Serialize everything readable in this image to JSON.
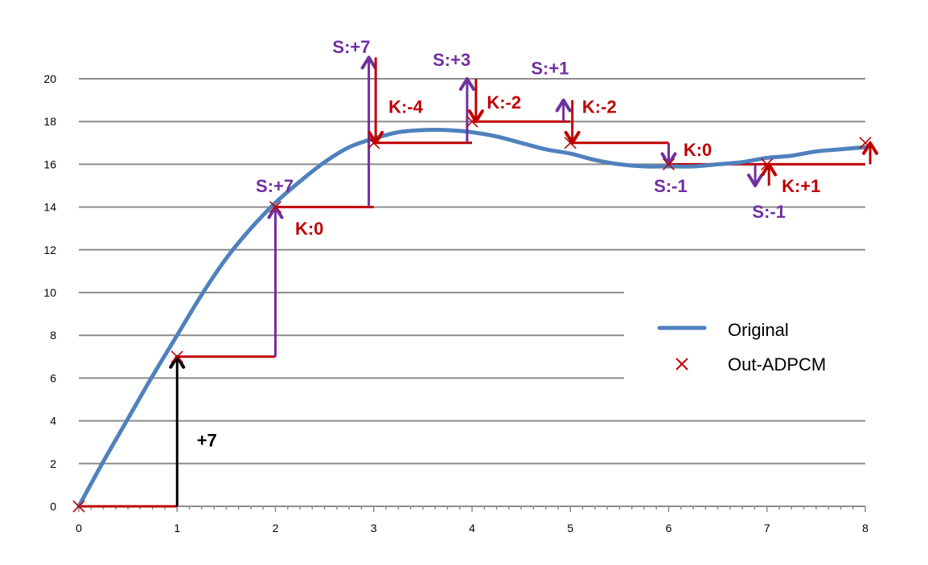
{
  "chart_data": {
    "type": "line",
    "xlim": [
      0,
      8
    ],
    "ylim": [
      0,
      20
    ],
    "x_ticks": [
      "0",
      "1",
      "2",
      "3",
      "4",
      "5",
      "6",
      "7",
      "8"
    ],
    "y_ticks": [
      "0",
      "2",
      "4",
      "6",
      "8",
      "10",
      "12",
      "14",
      "16",
      "18",
      "20"
    ],
    "grid": "horizontal",
    "legend_position": "right",
    "series": [
      {
        "name": "Original",
        "style": "smooth-line",
        "color": "#4F81BD",
        "points": [
          [
            0,
            0
          ],
          [
            0.25,
            2.1
          ],
          [
            0.5,
            4.1
          ],
          [
            0.75,
            6.1
          ],
          [
            1,
            8.0
          ],
          [
            1.25,
            9.9
          ],
          [
            1.5,
            11.6
          ],
          [
            1.75,
            13.0
          ],
          [
            2,
            14.2
          ],
          [
            2.25,
            15.2
          ],
          [
            2.5,
            16.1
          ],
          [
            2.75,
            16.8
          ],
          [
            3,
            17.2
          ],
          [
            3.25,
            17.5
          ],
          [
            3.5,
            17.6
          ],
          [
            3.75,
            17.6
          ],
          [
            4,
            17.5
          ],
          [
            4.25,
            17.3
          ],
          [
            4.5,
            17.0
          ],
          [
            4.75,
            16.7
          ],
          [
            5,
            16.5
          ],
          [
            5.25,
            16.2
          ],
          [
            5.5,
            16.0
          ],
          [
            5.75,
            15.9
          ],
          [
            6,
            15.9
          ],
          [
            6.25,
            15.9
          ],
          [
            6.5,
            16.0
          ],
          [
            6.75,
            16.1
          ],
          [
            7,
            16.3
          ],
          [
            7.25,
            16.4
          ],
          [
            7.5,
            16.6
          ],
          [
            7.75,
            16.7
          ],
          [
            8,
            16.8
          ]
        ]
      },
      {
        "name": "Out-ADPCM",
        "style": "x-marker",
        "color": "#C00000",
        "points": [
          [
            0,
            0
          ],
          [
            1,
            7
          ],
          [
            2,
            14
          ],
          [
            3,
            17
          ],
          [
            4,
            18
          ],
          [
            5,
            17
          ],
          [
            6,
            16
          ],
          [
            7,
            16
          ],
          [
            8,
            17
          ]
        ]
      }
    ],
    "steps": {
      "hold_color": "#C00000",
      "hold_segments": [
        [
          0,
          1,
          0
        ],
        [
          1,
          2,
          7
        ],
        [
          2,
          3,
          14
        ],
        [
          3,
          4,
          17
        ],
        [
          4,
          5,
          18
        ],
        [
          5,
          6,
          17
        ],
        [
          6,
          7,
          16
        ],
        [
          7,
          8,
          16
        ]
      ],
      "arrows": [
        {
          "x": 1,
          "from": 0,
          "to": 7,
          "color": "#000000"
        },
        {
          "x": 2,
          "from": 7,
          "to": 14,
          "color": "#7030A0"
        },
        {
          "x": 2.95,
          "from": 14,
          "to": 21,
          "color": "#7030A0"
        },
        {
          "x": 3.02,
          "from": 21,
          "to": 17,
          "color": "#C00000"
        },
        {
          "x": 3.95,
          "from": 17,
          "to": 20,
          "color": "#7030A0"
        },
        {
          "x": 4.04,
          "from": 20,
          "to": 18,
          "color": "#C00000"
        },
        {
          "x": 4.93,
          "from": 18,
          "to": 19,
          "color": "#7030A0"
        },
        {
          "x": 5.02,
          "from": 19,
          "to": 17,
          "color": "#C00000"
        },
        {
          "x": 6.0,
          "from": 17,
          "to": 16,
          "color": "#7030A0"
        },
        {
          "x": 6.88,
          "from": 16,
          "to": 15,
          "color": "#7030A0"
        },
        {
          "x": 7.02,
          "from": 15,
          "to": 16,
          "color": "#C00000"
        },
        {
          "x": 8.05,
          "from": 16,
          "to": 17,
          "color": "#C00000"
        }
      ]
    },
    "annotations": [
      {
        "text": "+7",
        "x": 1.2,
        "y": 2.8,
        "color": "#000000"
      },
      {
        "text": "S:+7",
        "x": 1.8,
        "y": 14.7,
        "color": "#7030A0"
      },
      {
        "text": "K:0",
        "x": 2.2,
        "y": 12.7,
        "color": "#C00000"
      },
      {
        "text": "S:+7",
        "x": 2.58,
        "y": 21.2,
        "color": "#7030A0"
      },
      {
        "text": "K:-4",
        "x": 3.15,
        "y": 18.4,
        "color": "#C00000"
      },
      {
        "text": "S:+3",
        "x": 3.6,
        "y": 20.6,
        "color": "#7030A0"
      },
      {
        "text": "K:-2",
        "x": 4.15,
        "y": 18.6,
        "color": "#C00000"
      },
      {
        "text": "S:+1",
        "x": 4.6,
        "y": 20.2,
        "color": "#7030A0"
      },
      {
        "text": "K:-2",
        "x": 5.12,
        "y": 18.4,
        "color": "#C00000"
      },
      {
        "text": "K:0",
        "x": 6.15,
        "y": 16.4,
        "color": "#C00000"
      },
      {
        "text": "S:-1",
        "x": 5.85,
        "y": 14.7,
        "color": "#7030A0"
      },
      {
        "text": "K:+1",
        "x": 7.15,
        "y": 14.7,
        "color": "#C00000"
      },
      {
        "text": "S:-1",
        "x": 6.85,
        "y": 13.5,
        "color": "#7030A0"
      }
    ]
  }
}
